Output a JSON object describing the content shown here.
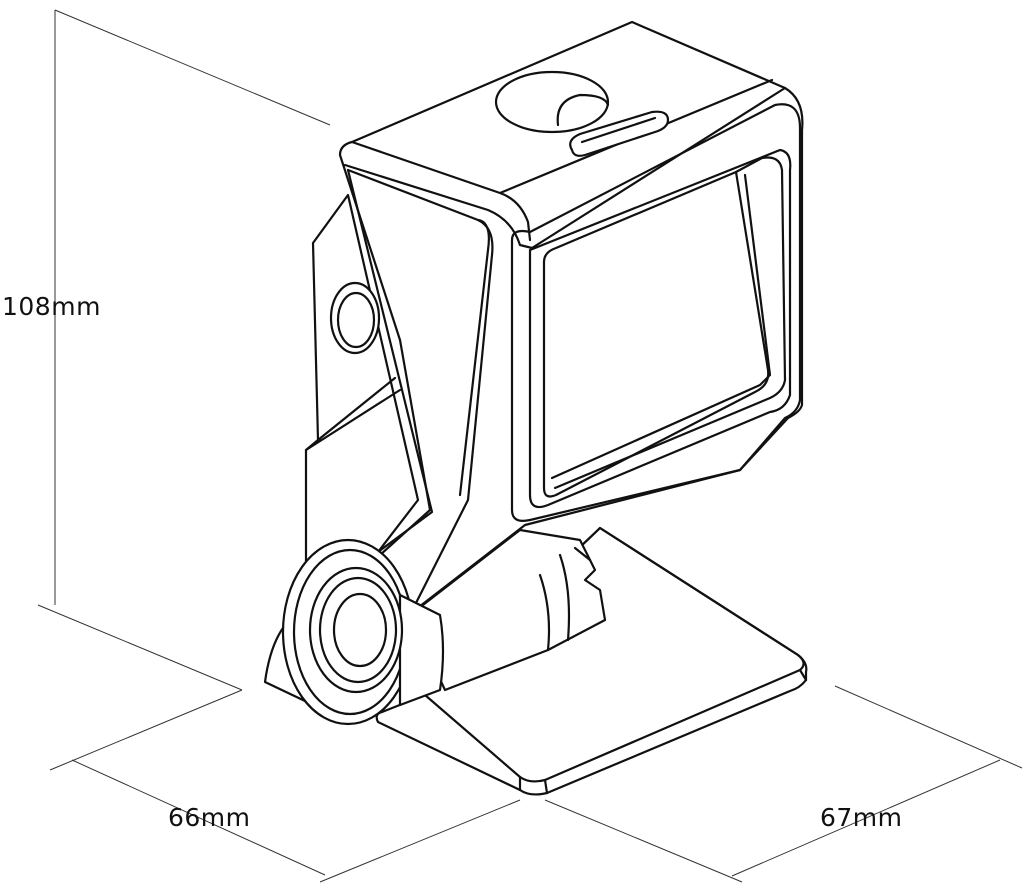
{
  "dimensions": {
    "height": "108mm",
    "depth_left": "66mm",
    "depth_right": "67mm"
  },
  "colors": {
    "line": "#111111",
    "dimension_line": "#333333",
    "background": "#ffffff"
  }
}
